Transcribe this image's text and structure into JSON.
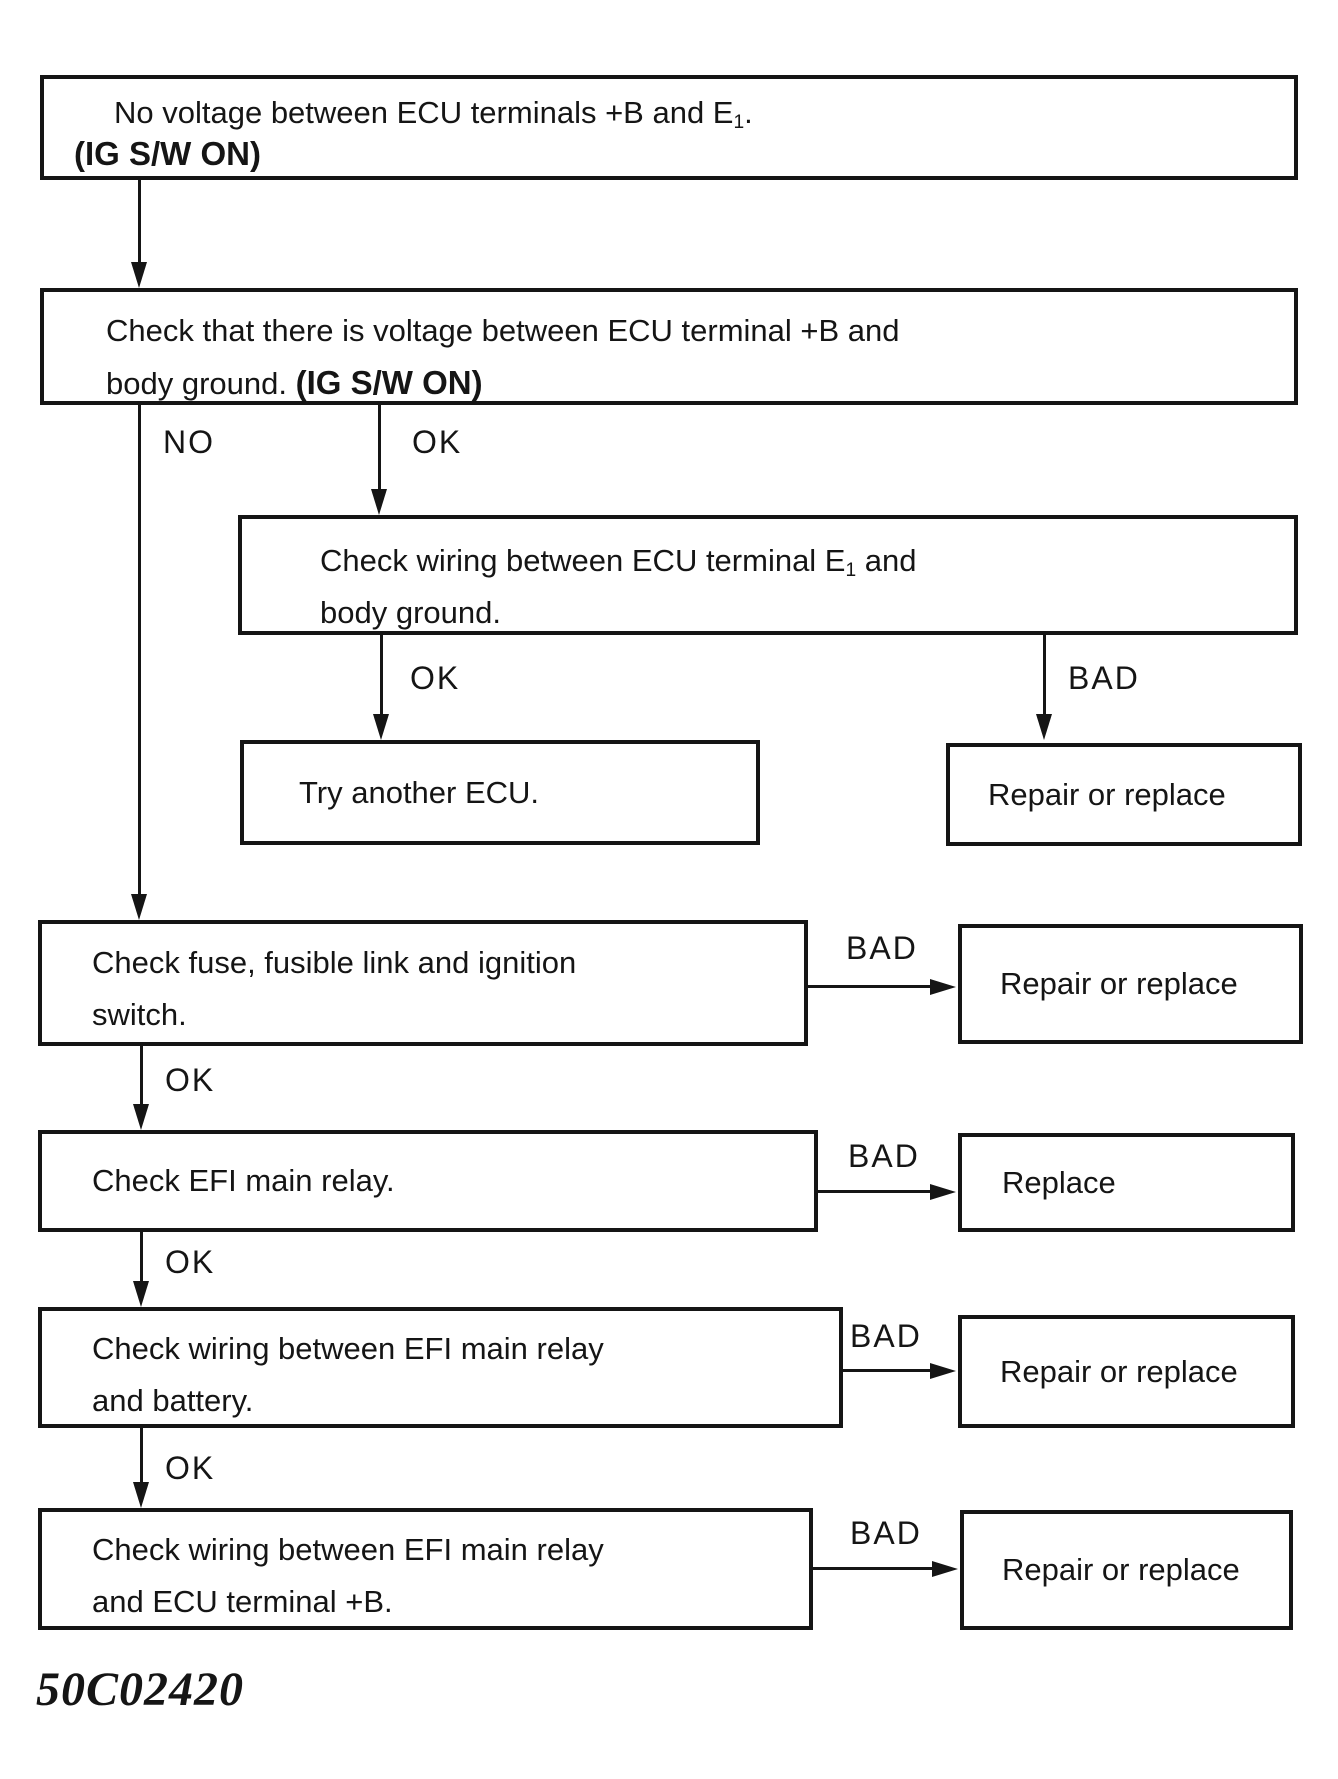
{
  "page": {
    "background": "#ffffff",
    "ink": "#151515"
  },
  "edge_labels": {
    "no": "NO",
    "ok": "OK",
    "bad": "BAD"
  },
  "nodes": {
    "no_voltage": {
      "line1_pre": "No voltage between ECU terminals +B and E",
      "line1_sub": "1",
      "line1_post": ".",
      "line2_bold": "(IG S/W ON)"
    },
    "check_voltage": {
      "line1": "Check that there is voltage between ECU terminal +B and",
      "line2_pre": "body ground. ",
      "line2_bold": "(IG S/W ON)"
    },
    "check_wiring_e1": {
      "line1_pre": "Check wiring between ECU terminal E",
      "line1_sub": "1",
      "line1_post": " and",
      "line2": "body ground."
    },
    "try_another_ecu": {
      "text": "Try another ECU."
    },
    "repair_or_replace_1": {
      "text": "Repair or replace"
    },
    "check_fuse": {
      "line1": "Check fuse, fusible link and ignition",
      "line2": "switch."
    },
    "repair_or_replace_2": {
      "text": "Repair or replace"
    },
    "check_efi_relay": {
      "text": "Check EFI main relay."
    },
    "replace": {
      "text": "Replace"
    },
    "check_wiring_battery": {
      "line1": "Check wiring between EFI main relay",
      "line2": "and battery."
    },
    "repair_or_replace_3": {
      "text": "Repair or replace"
    },
    "check_wiring_ecu_b": {
      "line1": "Check wiring between EFI main relay",
      "line2": "and ECU terminal +B."
    },
    "repair_or_replace_4": {
      "text": "Repair or replace"
    }
  },
  "footer": {
    "figure_code": "50C02420"
  }
}
